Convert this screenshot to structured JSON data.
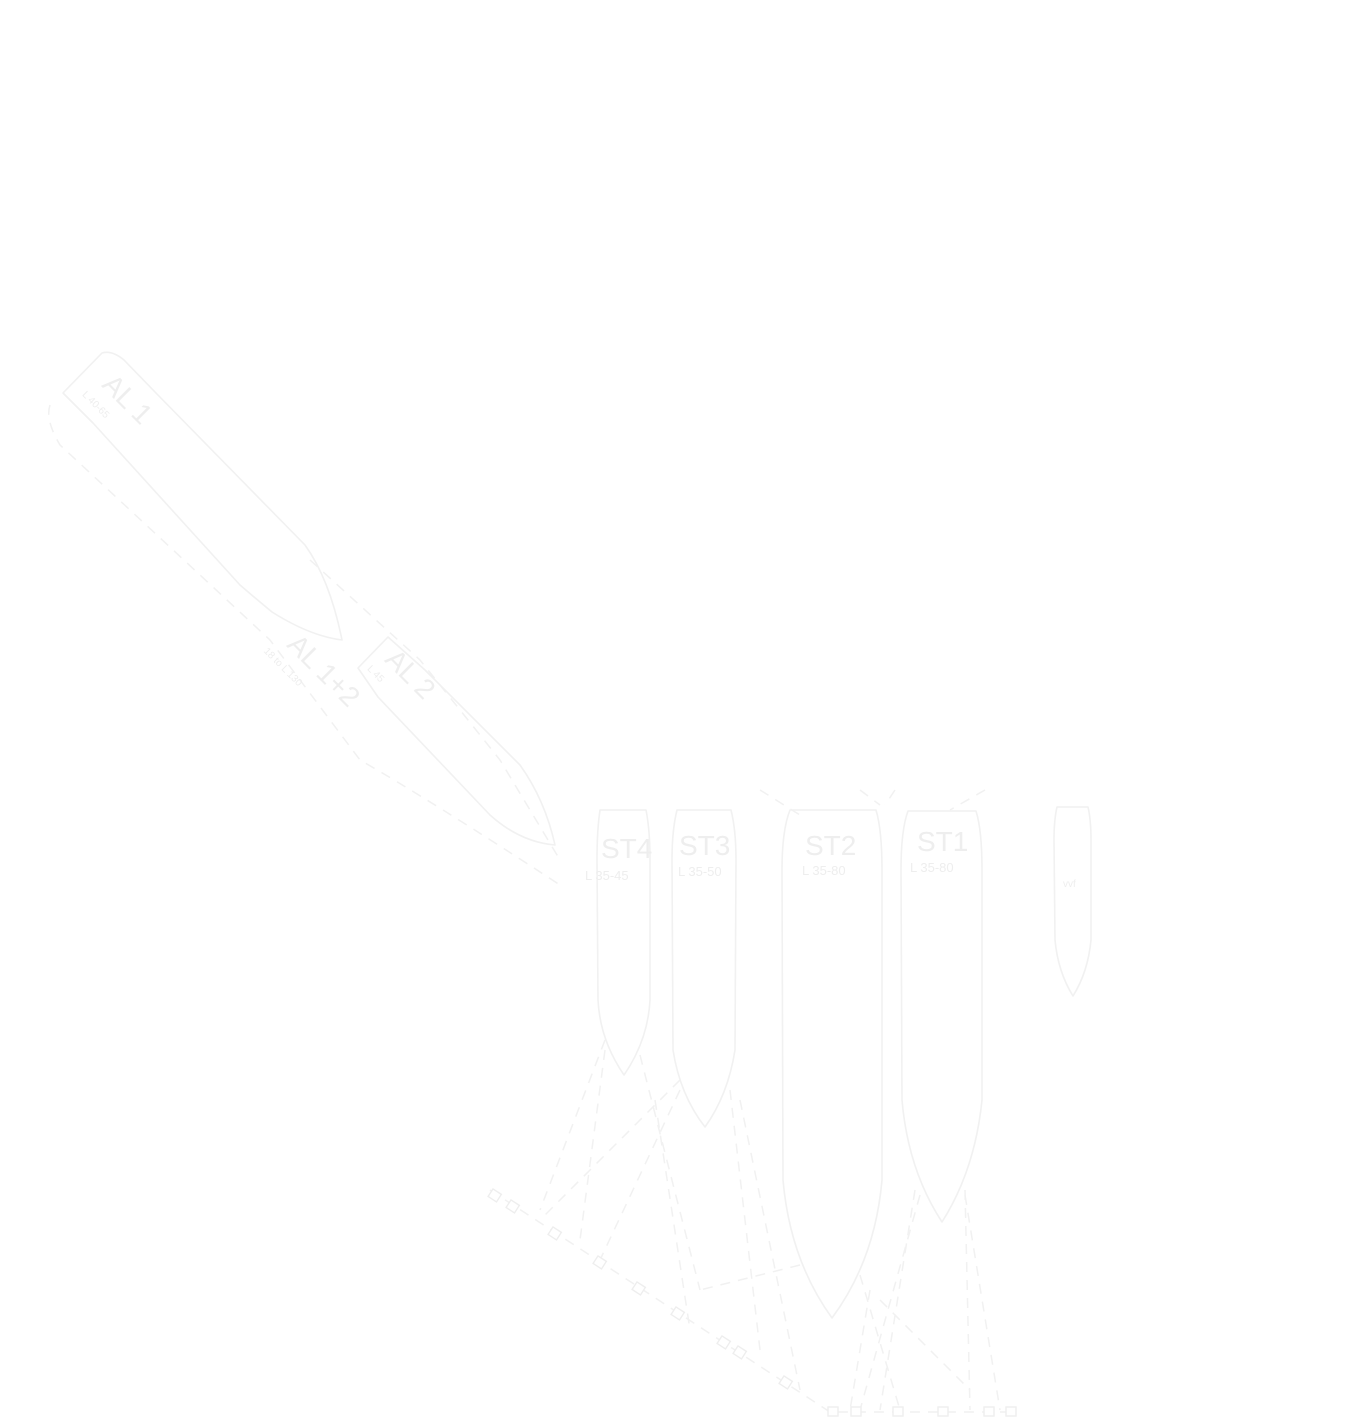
{
  "labels": {
    "al1": {
      "name": "AL 1",
      "spec": "L 40-65"
    },
    "al2": {
      "name": "AL 2",
      "spec": "L 45"
    },
    "al12": {
      "name": "AL 1+2",
      "spec": "18 to L 130"
    },
    "st4": {
      "name": "ST4",
      "spec": "L 35-45"
    },
    "st3": {
      "name": "ST3",
      "spec": "L 35-50"
    },
    "st2": {
      "name": "ST2",
      "spec": "L 35-80"
    },
    "st1": {
      "name": "ST1",
      "spec": "L 35-80"
    },
    "vvf": {
      "spec": "vvf"
    }
  }
}
